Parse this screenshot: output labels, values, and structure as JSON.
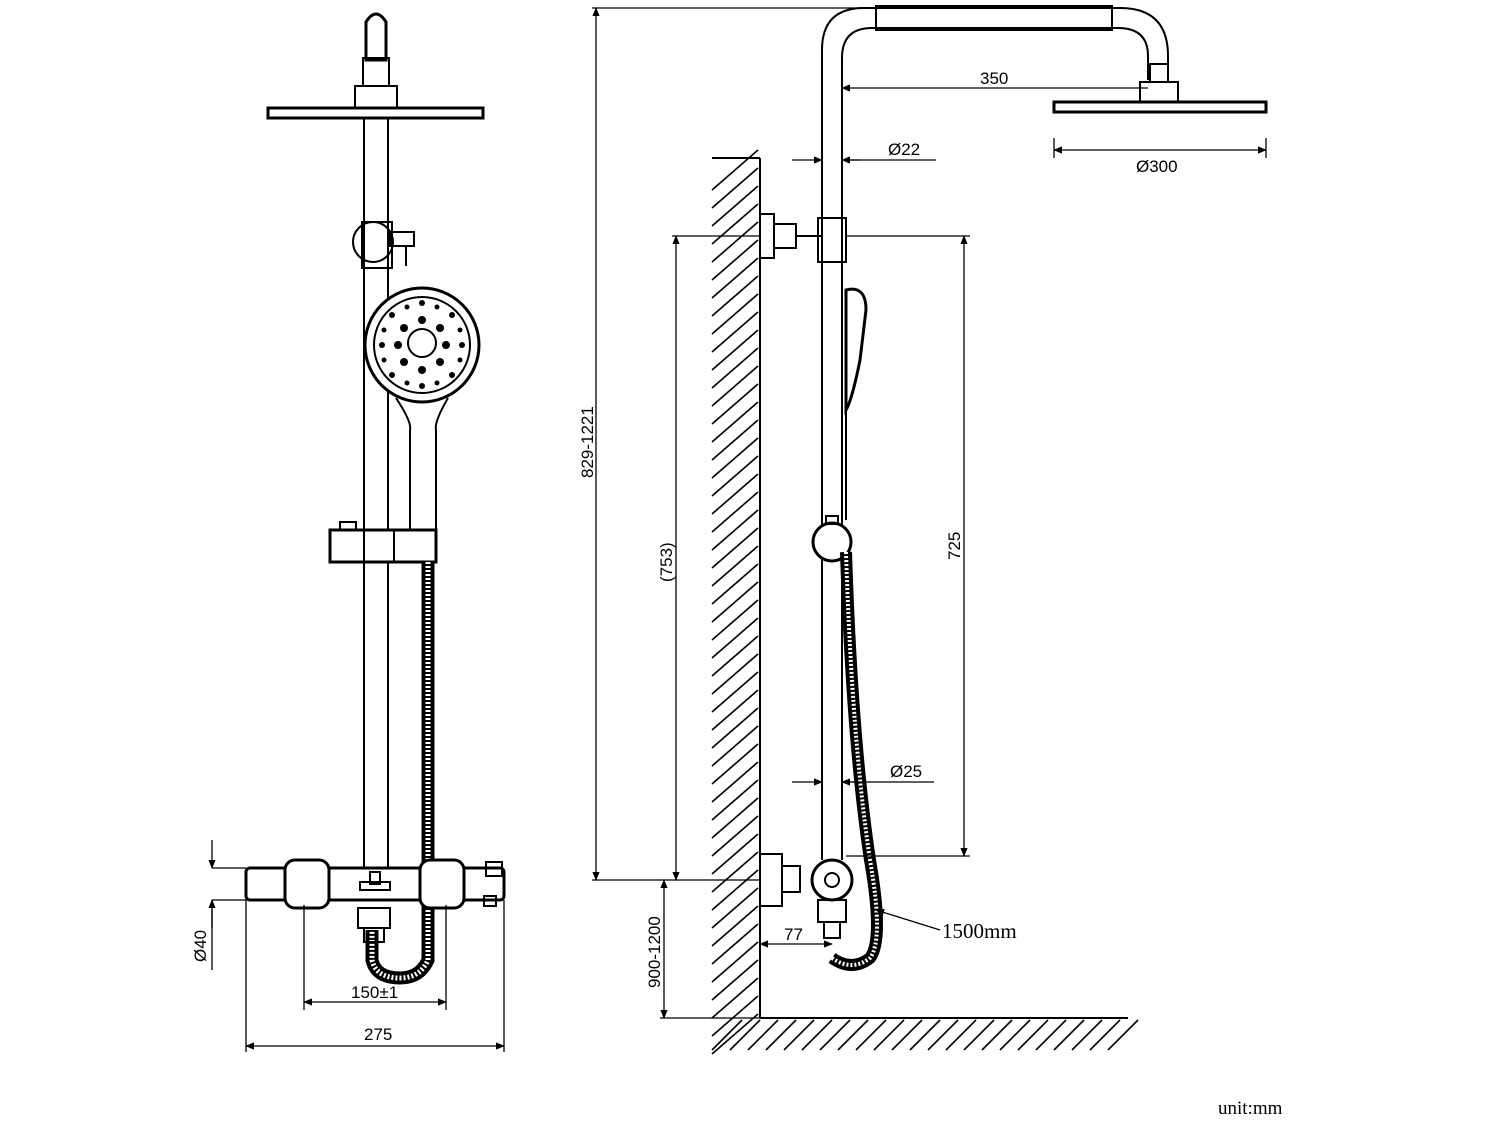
{
  "dimensions": {
    "arm_reach": "350",
    "arm_tube_dia": "Ø22",
    "head_dia": "Ø300",
    "overall_height": "829-1221",
    "bracket_spacing": "(753)",
    "slide_bar_length": "725",
    "riser_dia": "Ø25",
    "install_height": "900-1200",
    "wall_offset": "77",
    "hose_length": "1500mm",
    "valve_dia": "Ø40",
    "inlet_centers": "150±1",
    "valve_width": "275"
  },
  "unit_note": "unit:mm"
}
